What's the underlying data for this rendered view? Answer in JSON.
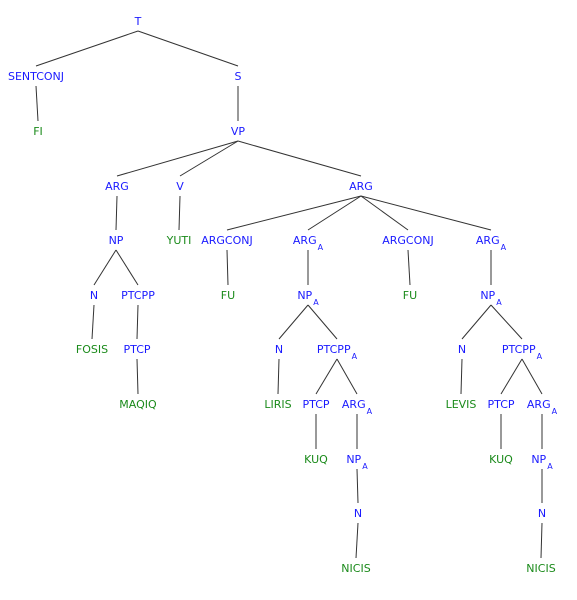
{
  "colors": {
    "category": "#1a1aff",
    "word": "#1a8a1a",
    "edge": "#333333"
  },
  "tree": {
    "label": "T",
    "children": [
      {
        "label": "SENTCONJ",
        "children": [
          {
            "label": "FI",
            "word": true
          }
        ]
      },
      {
        "label": "S",
        "children": [
          {
            "label": "VP",
            "children": [
              {
                "label": "ARG",
                "children": [
                  {
                    "label": "NP",
                    "children": [
                      {
                        "label": "N",
                        "children": [
                          {
                            "label": "FOSIS",
                            "word": true
                          }
                        ]
                      },
                      {
                        "label": "PTCPP",
                        "children": [
                          {
                            "label": "PTCP",
                            "children": [
                              {
                                "label": "MAQIQ",
                                "word": true
                              }
                            ]
                          }
                        ]
                      }
                    ]
                  }
                ]
              },
              {
                "label": "V",
                "children": [
                  {
                    "label": "YUTI",
                    "word": true
                  }
                ]
              },
              {
                "label": "ARG",
                "children": [
                  {
                    "label": "ARGCONJ",
                    "children": [
                      {
                        "label": "FU",
                        "word": true
                      }
                    ]
                  },
                  {
                    "label": "ARG",
                    "sub": "A",
                    "children": [
                      {
                        "label": "NP",
                        "sub": "A",
                        "children": [
                          {
                            "label": "N",
                            "children": [
                              {
                                "label": "LIRIS",
                                "word": true
                              }
                            ]
                          },
                          {
                            "label": "PTCPP",
                            "sub": "A",
                            "children": [
                              {
                                "label": "PTCP",
                                "children": [
                                  {
                                    "label": "KUQ",
                                    "word": true
                                  }
                                ]
                              },
                              {
                                "label": "ARG",
                                "sub": "A",
                                "children": [
                                  {
                                    "label": "NP",
                                    "sub": "A",
                                    "children": [
                                      {
                                        "label": "N",
                                        "children": [
                                          {
                                            "label": "NICIS",
                                            "word": true
                                          }
                                        ]
                                      }
                                    ]
                                  }
                                ]
                              }
                            ]
                          }
                        ]
                      }
                    ]
                  },
                  {
                    "label": "ARGCONJ",
                    "children": [
                      {
                        "label": "FU",
                        "word": true
                      }
                    ]
                  },
                  {
                    "label": "ARG",
                    "sub": "A",
                    "children": [
                      {
                        "label": "NP",
                        "sub": "A",
                        "children": [
                          {
                            "label": "N",
                            "children": [
                              {
                                "label": "LEVIS",
                                "word": true
                              }
                            ]
                          },
                          {
                            "label": "PTCPP",
                            "sub": "A",
                            "children": [
                              {
                                "label": "PTCP",
                                "children": [
                                  {
                                    "label": "KUQ",
                                    "word": true
                                  }
                                ]
                              },
                              {
                                "label": "ARG",
                                "sub": "A",
                                "children": [
                                  {
                                    "label": "NP",
                                    "sub": "A",
                                    "children": [
                                      {
                                        "label": "N",
                                        "children": [
                                          {
                                            "label": "NICIS",
                                            "word": true
                                          }
                                        ]
                                      }
                                    ]
                                  }
                                ]
                              }
                            ]
                          }
                        ]
                      }
                    ]
                  }
                ]
              }
            ]
          }
        ]
      }
    ]
  }
}
